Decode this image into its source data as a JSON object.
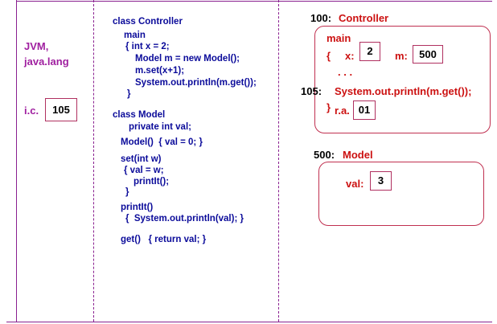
{
  "left": {
    "jvm_line1": "JVM,",
    "jvm_line2": "java.lang",
    "ic_label": "i.c.",
    "ic_value": "105"
  },
  "source": {
    "controller_class": "class Controller",
    "main": "main",
    "main_open": "{ int x = 2;",
    "main_line1": "Model m = new Model();",
    "main_line2": "m.set(x+1);",
    "main_line3": "System.out.println(m.get());",
    "main_close": "}",
    "model_class": "class Model",
    "model_field": "private int val;",
    "model_ctor": "Model()  { val = 0; }",
    "set_sig": "set(int w)",
    "set_open": "{ val = w;",
    "set_call": "printIt();",
    "set_close": "}",
    "printit_sig": "printIt()",
    "printit_body": "{  System.out.println(val); }",
    "get_sig": "get()   { return val; }"
  },
  "heap": {
    "controller_addr": "100:",
    "controller_name": "Controller",
    "frame_main": "main",
    "frame_brace_open": "{",
    "x_label": "x:",
    "x_value": "2",
    "m_label": "m:",
    "m_value": "500",
    "ellipsis": ". . .",
    "line_addr": "105:",
    "line_code": "System.out.println(m.get());",
    "frame_brace_close": "}",
    "ra_label": "r.a.",
    "ra_value": "01",
    "model_addr": "500:",
    "model_name": "Model",
    "val_label": "val:",
    "val_value": "3"
  },
  "colors": {
    "purple": "#a020a0",
    "red": "#cc1111",
    "navy": "#0b0b9a",
    "border": "#c03050"
  }
}
